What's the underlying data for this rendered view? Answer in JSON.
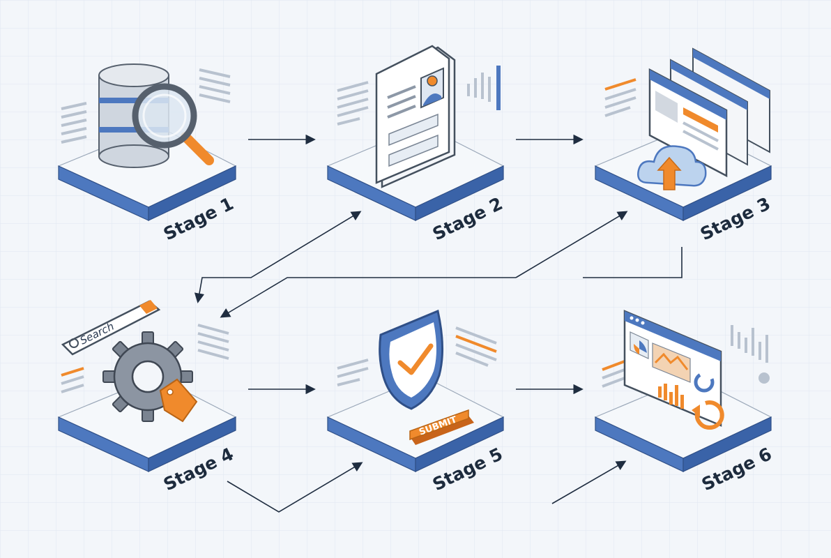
{
  "stages": [
    {
      "id": 1,
      "label": "Stage 1",
      "icon": "database-magnifier-icon"
    },
    {
      "id": 2,
      "label": "Stage 2",
      "icon": "profile-document-icon"
    },
    {
      "id": 3,
      "label": "Stage 3",
      "icon": "cloud-upload-windows-icon"
    },
    {
      "id": 4,
      "label": "Stage 4",
      "icon": "gear-tag-search-icon"
    },
    {
      "id": 5,
      "label": "Stage 5",
      "icon": "shield-check-submit-icon"
    },
    {
      "id": 6,
      "label": "Stage 6",
      "icon": "analytics-dashboard-icon"
    }
  ],
  "search_label": "Search",
  "submit_label": "SUBMIT",
  "colors": {
    "background": "#f3f6fa",
    "grid": "#dde6f0",
    "platform_top": "#eef2f7",
    "platform_side": "#4d78bf",
    "accent_orange": "#f08a2c",
    "arrow": "#1f2d40",
    "label_text": "#1d2b3d"
  }
}
